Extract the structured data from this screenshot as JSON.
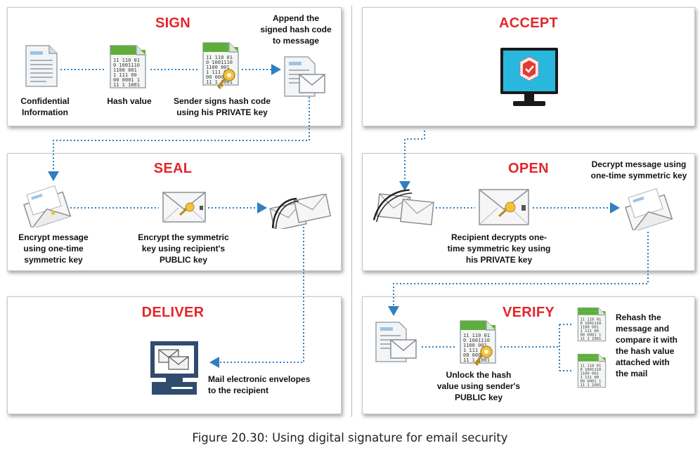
{
  "panels": {
    "sign": {
      "title": "SIGN",
      "confidential_label": "Confidential\nInformation",
      "hash_label": "Hash value",
      "sender_signs_label": "Sender signs hash code\nusing his PRIVATE key",
      "append_label": "Append the\nsigned hash code\nto message"
    },
    "seal": {
      "title": "SEAL",
      "encrypt_msg_label": "Encrypt message\nusing one-time\nsymmetric key",
      "encrypt_key_label": "Encrypt the symmetric\nkey using recipient's\nPUBLIC key"
    },
    "deliver": {
      "title": "DELIVER",
      "mail_label": "Mail electronic envelopes\nto the recipient"
    },
    "accept": {
      "title": "ACCEPT"
    },
    "open": {
      "title": "OPEN",
      "decrypt_msg_label": "Decrypt message using\none-time symmetric key",
      "recipient_decrypts_label": "Recipient decrypts one-\ntime symmetric key using\nhis PRIVATE key"
    },
    "verify": {
      "title": "VERIFY",
      "unlock_label": "Unlock the hash\nvalue using sender's\nPUBLIC key",
      "rehash_label": "Rehash the\nmessage and\ncompare it with\nthe hash value\nattached with\nthe mail"
    }
  },
  "hash_text": [
    "11 110 01",
    "0 1001110",
    "1100 001",
    "1 111 00",
    "00 0001 1",
    "11 1 1001"
  ],
  "caption": "Figure 20.30: Using digital signature for email security",
  "colors": {
    "title": "#e4262b",
    "arrow": "#2f7fc1",
    "hash_green": "#5fae3c",
    "screen": "#29b7de",
    "badge": "#e53935"
  }
}
